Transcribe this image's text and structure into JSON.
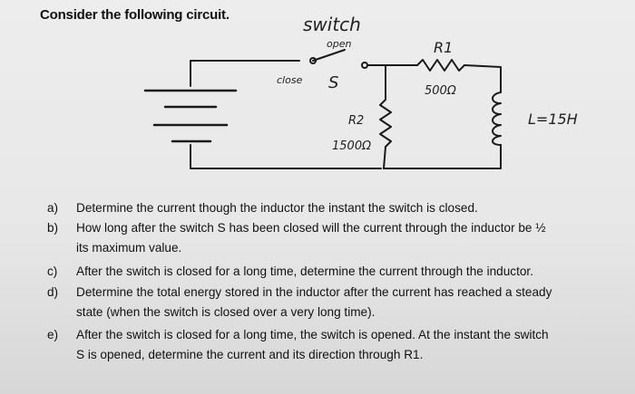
{
  "title": "Consider the following circuit.",
  "circuit": {
    "switch_label": "switch",
    "open_label": "open",
    "close_label": "close",
    "switch_symbol": "S",
    "r1_label": "R1",
    "r1_value": "500Ω",
    "r2_label": "R2",
    "r2_value": "1500Ω",
    "inductor_label": "L=15H"
  },
  "questions": [
    {
      "label": "a)",
      "lines": [
        "Determine the current though the inductor the instant the switch is closed."
      ]
    },
    {
      "label": "b)",
      "lines": [
        "How long after the switch S has been closed will  the current through the inductor be ½",
        "its maximum value."
      ]
    },
    {
      "label": "c)",
      "lines": [
        "After the switch is closed for a long time, determine the current through the inductor."
      ]
    },
    {
      "label": "d)",
      "lines": [
        "Determine the total energy stored in the inductor after the current has reached a steady",
        "state  (when the switch is closed over a very long time)."
      ]
    },
    {
      "label": "e)",
      "lines": [
        "After the switch is closed for a long time, the switch is opened. At  the instant the switch",
        "S is opened, determine the current and its direction through R1."
      ]
    }
  ]
}
